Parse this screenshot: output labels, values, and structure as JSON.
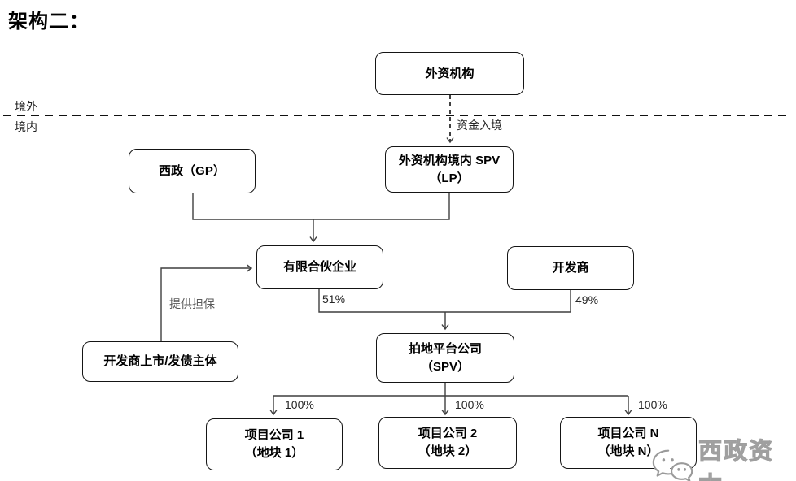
{
  "title": "架构二：",
  "region_labels": {
    "offshore": "境外",
    "onshore": "境内"
  },
  "nodes": {
    "foreign_institution": {
      "label": "外资机构"
    },
    "xizheng_gp": {
      "label": "西政（GP）"
    },
    "foreign_spv_lp": {
      "line1": "外资机构境内 SPV",
      "line2": "（LP）"
    },
    "limited_partnership": {
      "label": "有限合伙企业"
    },
    "developer": {
      "label": "开发商"
    },
    "developer_listed_entity": {
      "label": "开发商上市/发债主体"
    },
    "land_platform_spv": {
      "line1": "拍地平台公司",
      "line2": "（SPV）"
    },
    "project_company_1": {
      "line1": "项目公司 1",
      "line2": "（地块 1）"
    },
    "project_company_2": {
      "line1": "项目公司 2",
      "line2": "（地块 2）"
    },
    "project_company_n": {
      "line1": "项目公司 N",
      "line2": "（地块 N）"
    }
  },
  "edge_labels": {
    "capital_inflow": "资金入境",
    "guarantee": "提供担保",
    "lp_share": "51%",
    "developer_share": "49%",
    "project1_share": "100%",
    "project2_share": "100%",
    "projectn_share": "100%"
  },
  "watermark": {
    "text": "西政资本"
  },
  "colors": {
    "line": "#3f3f3f",
    "box_border": "#151515",
    "text": "#000000",
    "gray_label": "#595959",
    "watermark": "#9a9a9a"
  }
}
